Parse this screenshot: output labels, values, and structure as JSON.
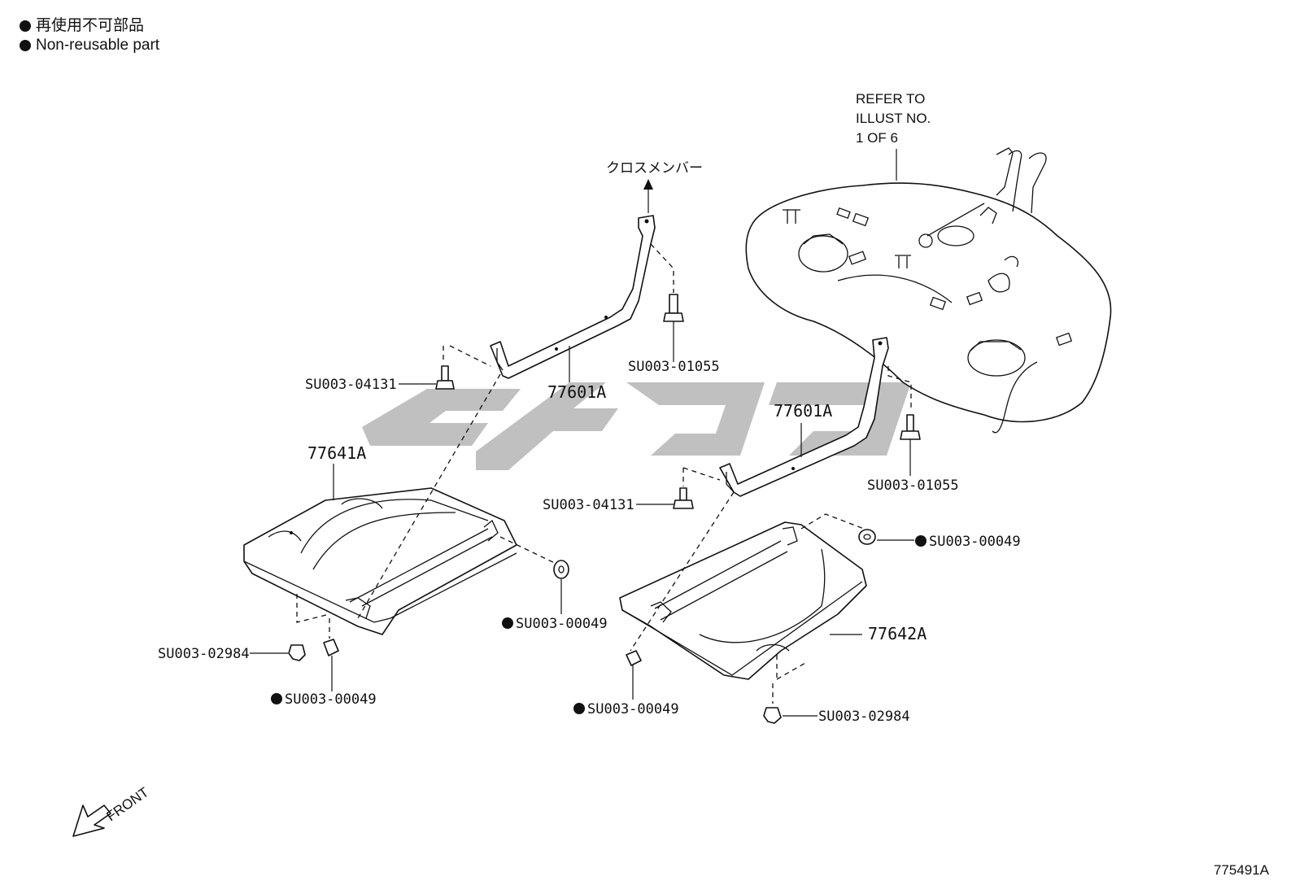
{
  "legend": {
    "jp": "再使用不可部品",
    "en": "Non-reusable part"
  },
  "refer_note": [
    "REFER TO",
    "ILLUST NO.",
    "1 OF 6"
  ],
  "cross_member_label": "クロスメンバー",
  "front_label": "FRONT",
  "illustration_id": "775491A",
  "part_labels": {
    "strap_left": "77601A",
    "strap_right": "77601A",
    "protector_left": "77641A",
    "protector_right": "77642A",
    "bolt_upper_left": "SU003-04131",
    "bolt_upper_mid": "SU003-01055",
    "bolt_mid_left": "SU003-04131",
    "bolt_right": "SU003-01055",
    "nut_right_top": "SU003-00049",
    "nut_mid": "SU003-00049",
    "clip_left": "SU003-02984",
    "nut_left_bottom": "SU003-00049",
    "nut_mid_bottom": "SU003-00049",
    "clip_right": "SU003-02984"
  }
}
